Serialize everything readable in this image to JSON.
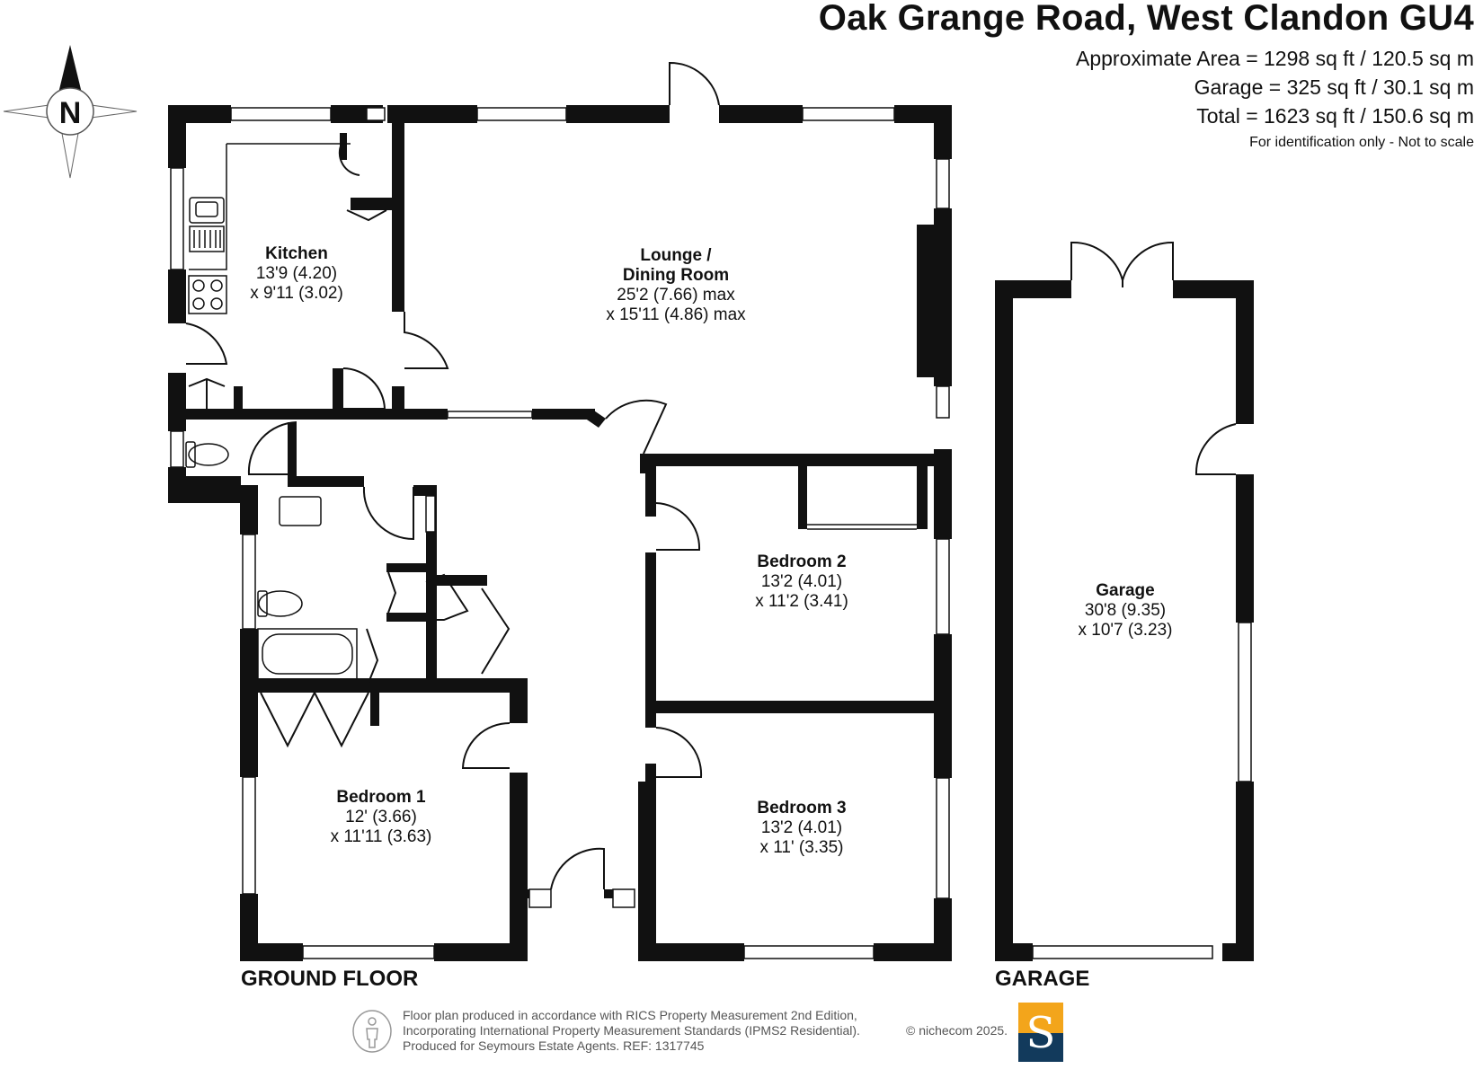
{
  "header": {
    "title": "Oak Grange Road, West Clandon  GU4",
    "areas": [
      "Approximate Area = 1298 sq ft / 120.5 sq m",
      "Garage = 325 sq ft / 30.1 sq m",
      "Total = 1623 sq ft / 150.6 sq m"
    ],
    "note": "For identification only - Not to scale"
  },
  "compass": {
    "letter": "N"
  },
  "rooms": [
    {
      "name": "Kitchen",
      "dims": [
        "13'9 (4.20)",
        "x 9'11 (3.02)"
      ]
    },
    {
      "name": "Lounge /",
      "name2": "Dining Room",
      "dims": [
        "25'2 (7.66) max",
        "x 15'11 (4.86) max"
      ]
    },
    {
      "name": "Bedroom 2",
      "dims": [
        "13'2 (4.01)",
        "x 11'2 (3.41)"
      ]
    },
    {
      "name": "Bedroom 1",
      "dims": [
        "12' (3.66)",
        "x 11'11 (3.63)"
      ]
    },
    {
      "name": "Bedroom 3",
      "dims": [
        "13'2 (4.01)",
        "x 11' (3.35)"
      ]
    },
    {
      "name": "Garage",
      "dims": [
        "30'8 (9.35)",
        "x 10'7 (3.23)"
      ]
    }
  ],
  "floors": {
    "ground": "GROUND FLOOR",
    "garage": "GARAGE"
  },
  "footer": {
    "lines": [
      "Floor plan produced in accordance with RICS Property Measurement 2nd Edition,",
      "Incorporating International Property Measurement Standards (IPMS2 Residential).",
      "Produced for Seymours Estate Agents.    REF: 1317745"
    ],
    "copyright": "© nichecom 2025.",
    "logo_letter": "S"
  },
  "colors": {
    "wall": "#111111",
    "logo_top": "#f3a51b",
    "logo_bottom": "#123a5c"
  }
}
